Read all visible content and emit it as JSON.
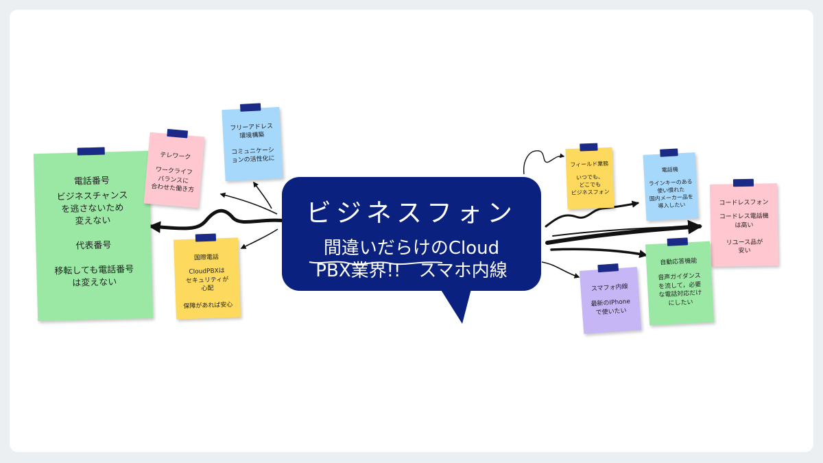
{
  "colors": {
    "bubble": "#0a2180",
    "tape": "#1a2a86",
    "green": "#9be8a5",
    "pink": "#ffc7cf",
    "blue": "#a6d8fc",
    "yellow": "#fdd95d",
    "purple": "#c6b6f6"
  },
  "center": {
    "title": "ビジネスフォン",
    "subtitle": "間違いだらけのCloud\nPBX業界!!　スマホ内線"
  },
  "notes": {
    "phone_number": {
      "title": "電話番号",
      "body": "ビジネスチャンス\nを逃さないため\n変えない\n\n代表番号\n\n移転しても電話番号\nは変えない"
    },
    "telework": {
      "title": "テレワーク",
      "body": "ワークライフ\nバランスに\n合わせた働き方"
    },
    "free_address": {
      "title": "フリーアドレス\n環境構築",
      "body": "コミュニケーシ\nョンの活性化に"
    },
    "intl_call": {
      "title": "国際電話",
      "body": "CloudPBXは\nセキュリティが\n心配\n\n保障があれば安心"
    },
    "field_work": {
      "title": "フィールド業務",
      "body": "いつでも、\nどこでも\nビジネスフォン"
    },
    "phone_device": {
      "title": "電話機",
      "body": "ラインキーのある\n使い慣れた\n国内メーカー品を\n導入したい"
    },
    "cordless": {
      "title": "コードレスフォン",
      "body": "コードレス電話機\nは高い\n\nリユース品が\n安い"
    },
    "auto_answer": {
      "title": "自動応答機能",
      "body": "音声ガイダンス\nを流して，必要\nな電話対応だけ\nにしたい"
    },
    "smartphone_ext": {
      "title": "スマフォ内線",
      "body": "最新のIPhone\nで使いたい"
    }
  }
}
